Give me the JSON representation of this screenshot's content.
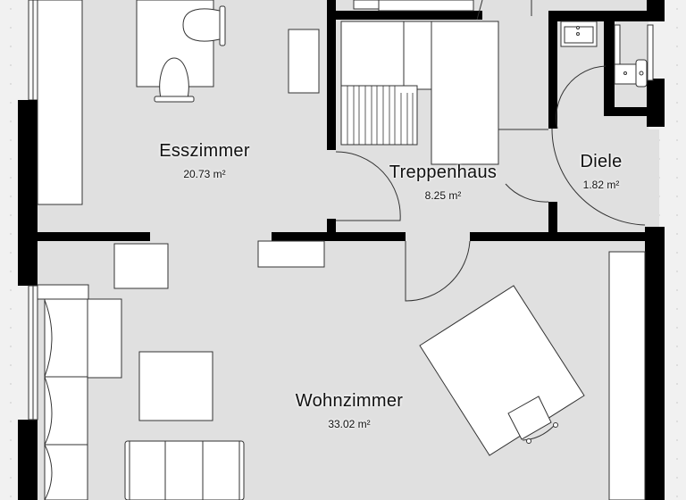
{
  "floorplan": {
    "colors": {
      "background": "#f1f1f1",
      "floor": "#e0e0e0",
      "wall": "#000000",
      "furniture": "#ffffff",
      "outline": "#333333"
    },
    "rooms": [
      {
        "id": "esszimmer",
        "name": "Esszimmer",
        "area": "20.73 m²"
      },
      {
        "id": "treppenhaus",
        "name": "Treppenhaus",
        "area": "8.25 m²"
      },
      {
        "id": "diele",
        "name": "Diele",
        "area": "1.82 m²"
      },
      {
        "id": "wohnzimmer",
        "name": "Wohnzimmer",
        "area": "33.02 m²"
      }
    ]
  }
}
